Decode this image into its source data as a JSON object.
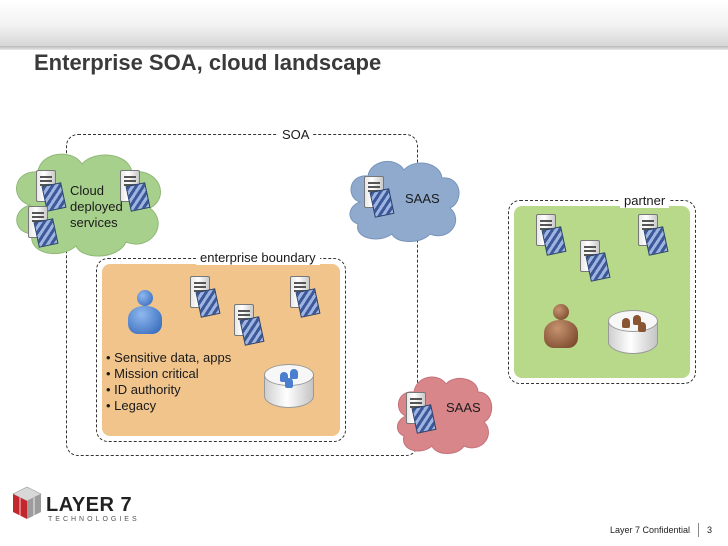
{
  "title": "Enterprise SOA, cloud landscape",
  "regions": {
    "soa": "SOA",
    "enterprise_boundary": "enterprise boundary",
    "partner": "partner"
  },
  "cloud_deployed": {
    "line1": "Cloud",
    "line2": "deployed",
    "line3": "services"
  },
  "saas_top": "SAAS",
  "saas_bottom": "SAAS",
  "enterprise_bullets": [
    "• Sensitive data, apps",
    "• Mission critical",
    "• ID authority",
    "• Legacy"
  ],
  "footer": {
    "logo_main": "LAYER 7",
    "logo_sub": "TECHNOLOGIES",
    "confidential": "Layer 7 Confidential",
    "page_number": "3"
  },
  "colors": {
    "cloud_green": "#a8d08d",
    "cloud_blue": "#8faacd",
    "cloud_red": "#d9868a",
    "enterprise_fill": "#f1c48c",
    "partner_fill": "#b9d98a",
    "logo_red": "#c4262e"
  }
}
